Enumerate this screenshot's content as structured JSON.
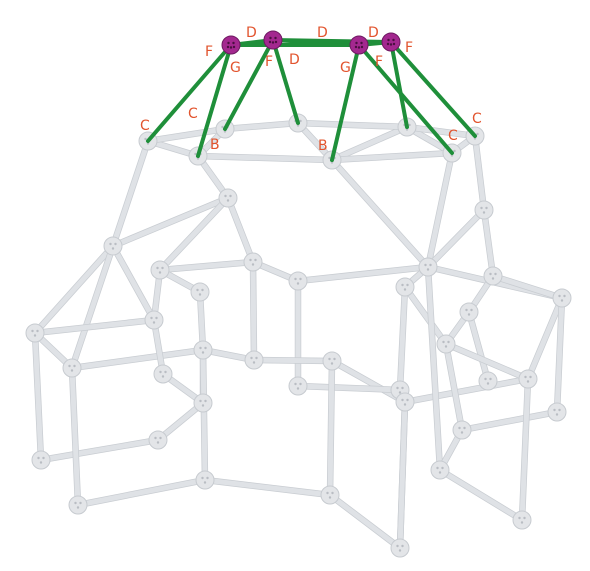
{
  "labels": {
    "b": "B",
    "c": "C",
    "d": "D",
    "f": "F",
    "g": "G"
  },
  "colors": {
    "rod": "#dfe2e6",
    "green_rod": "#1f8f3a",
    "pink_connector": "#a3288f",
    "label": "#e2542e"
  }
}
